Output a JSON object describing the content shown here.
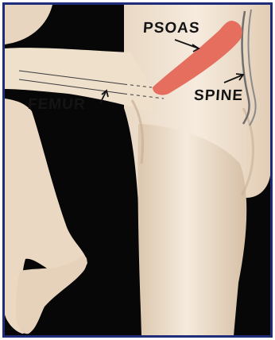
{
  "figure": {
    "labels": {
      "psoas": "PSOAS",
      "spine": "SPINE",
      "femur": "FEMUR"
    },
    "colors": {
      "frame": "#1f2c7a",
      "background": "#070707",
      "skin": "#f0e2d0",
      "skin_shadow": "#dcc6ad",
      "muscle": "#e56e5f",
      "spine_lines": "#6e6e6e",
      "text": "#141414"
    }
  }
}
